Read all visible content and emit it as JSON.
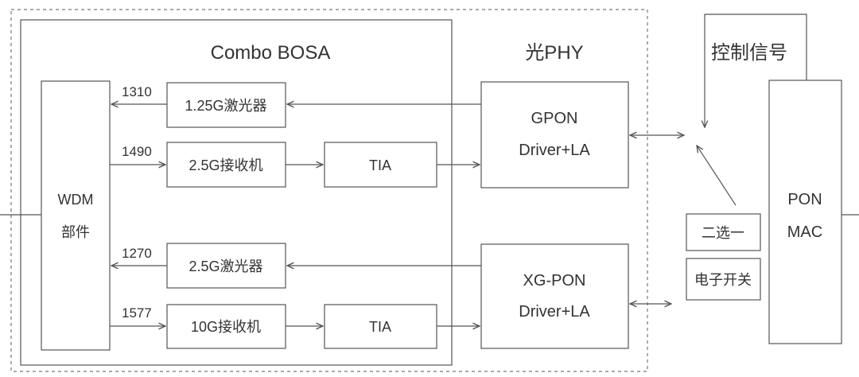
{
  "titles": {
    "bosa": "Combo BOSA",
    "phy": "光PHY",
    "control": "控制信号"
  },
  "wavelengths": [
    "1310",
    "1490",
    "1270",
    "1577"
  ],
  "blocks": {
    "wdm": [
      "WDM",
      "部件"
    ],
    "laser_125g": "1.25G激光器",
    "rx_25g": "2.5G接收机",
    "laser_25g": "2.5G激光器",
    "rx_10g": "10G接收机",
    "tia": "TIA",
    "gpon": [
      "GPON",
      "Driver+LA"
    ],
    "xgpon": [
      "XG-PON",
      "Driver+LA"
    ],
    "switch_top": "二选一",
    "switch_bottom": "电子开关",
    "mac": [
      "PON",
      "MAC"
    ]
  },
  "colors": {
    "line": "#555555",
    "text": "#333333"
  }
}
